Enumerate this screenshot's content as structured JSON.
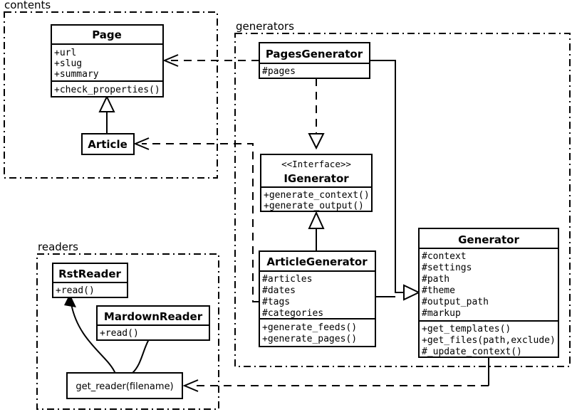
{
  "diagram": {
    "kind": "uml-class-diagram",
    "background": "#ffffff",
    "line_color": "#000000",
    "packages": [
      {
        "id": "contents",
        "label": "contents"
      },
      {
        "id": "generators",
        "label": "generators"
      },
      {
        "id": "readers",
        "label": "readers"
      }
    ],
    "classes": {
      "page": {
        "name": "Page",
        "attributes": [
          "+url",
          "+slug",
          "+summary"
        ],
        "operations": [
          "+check_properties()"
        ]
      },
      "article": {
        "name": "Article",
        "attributes": [],
        "operations": []
      },
      "pages_generator": {
        "name": "PagesGenerator",
        "attributes": [
          "#pages"
        ],
        "operations": []
      },
      "igenerator": {
        "stereotype": "<<Interface>>",
        "name": "IGenerator",
        "attributes": [],
        "operations": [
          "+generate_context()",
          "+generate_output()"
        ]
      },
      "article_generator": {
        "name": "ArticleGenerator",
        "attributes": [
          "#articles",
          "#dates",
          "#tags",
          "#categories"
        ],
        "operations": [
          "+generate_feeds()",
          "+generate_pages()"
        ]
      },
      "generator": {
        "name": "Generator",
        "attributes": [
          "#context",
          "#settings",
          "#path",
          "#theme",
          "#output_path",
          "#markup"
        ],
        "operations": [
          "+get_templates()",
          "+get_files(path,exclude)",
          "#_update_context()"
        ]
      },
      "rst_reader": {
        "name": "RstReader",
        "attributes": [],
        "operations": [
          "+read()"
        ]
      },
      "mardown_reader": {
        "name": "MardownReader",
        "attributes": [],
        "operations": [
          "+read()"
        ]
      }
    },
    "functions": {
      "get_reader": {
        "label": "get_reader(filename)"
      }
    },
    "relationships": [
      {
        "from": "pages_generator",
        "to": "page",
        "type": "dependency"
      },
      {
        "from": "article_generator",
        "to": "article",
        "type": "dependency"
      },
      {
        "from": "article",
        "to": "page",
        "type": "generalization"
      },
      {
        "from": "pages_generator",
        "to": "igenerator",
        "type": "realization"
      },
      {
        "from": "article_generator",
        "to": "igenerator",
        "type": "generalization"
      },
      {
        "from": "pages_generator",
        "to": "generator",
        "type": "generalization"
      },
      {
        "from": "article_generator",
        "to": "generator",
        "type": "generalization"
      },
      {
        "from": "generator",
        "to": "get_reader",
        "type": "dependency"
      },
      {
        "from": "get_reader",
        "to": "rst_reader",
        "type": "association"
      },
      {
        "from": "get_reader",
        "to": "mardown_reader",
        "type": "association"
      }
    ]
  }
}
